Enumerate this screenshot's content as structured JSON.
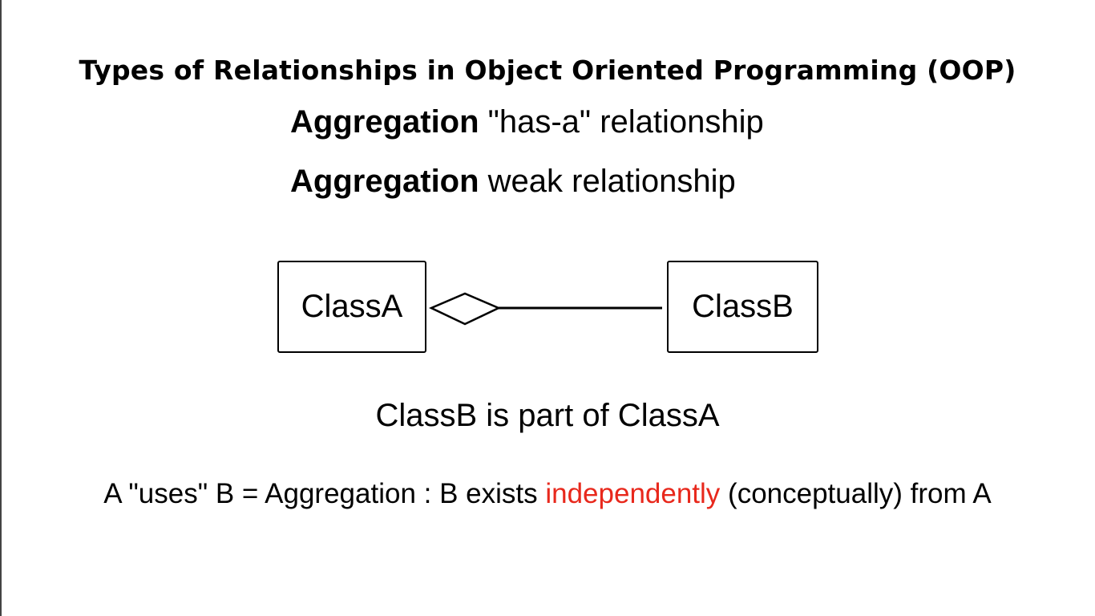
{
  "title": "Types of Relationships in Object Oriented Programming (OOP)",
  "line1": {
    "bold": "Aggregation",
    "rest": " \"has-a\" relationship"
  },
  "line2": {
    "bold": "Aggregation",
    "rest": " weak relationship"
  },
  "diagram": {
    "class_a": "ClassA",
    "class_b": "ClassB",
    "connector": "aggregation (hollow diamond at ClassA)"
  },
  "caption": "ClassB is part of ClassA",
  "statement": {
    "before": "A \"uses\" B = Aggregation : B exists ",
    "highlight": "independently",
    "after": " (conceptually) from A"
  },
  "colors": {
    "highlight": "#e8281c",
    "text": "#000000",
    "background": "#ffffff"
  }
}
